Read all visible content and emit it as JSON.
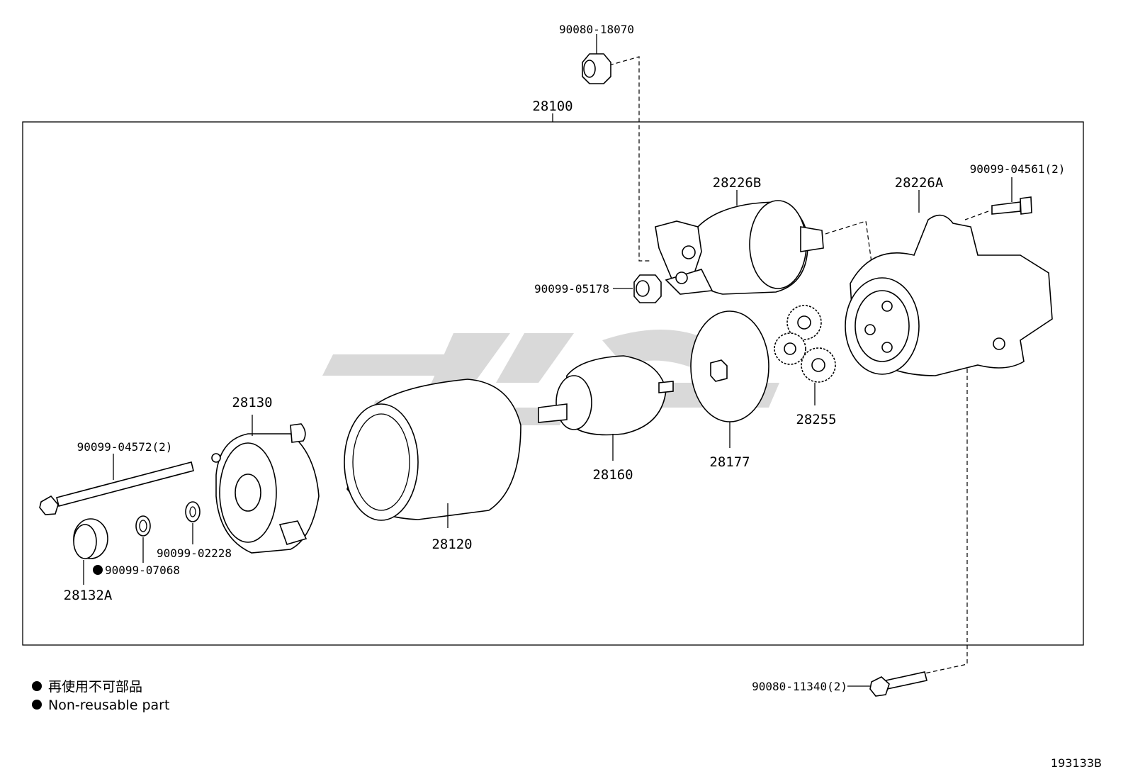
{
  "diagram": {
    "assembly_label": "28100",
    "parts": {
      "p90080_18070": "90080-18070",
      "p28226B": "28226B",
      "p28226A": "28226A",
      "p90099_04561": "90099-04561(2)",
      "p90099_05178": "90099-05178",
      "p28130": "28130",
      "p90099_04572": "90099-04572(2)",
      "p90099_02228": "90099-02228",
      "p90099_07068": "90099-07068",
      "p28132A": "28132A",
      "p28120": "28120",
      "p28160": "28160",
      "p28177": "28177",
      "p28255": "28255",
      "p90080_11340": "90080-11340(2)"
    }
  },
  "legend": {
    "line_jp": "再使用不可部品",
    "line_en": "Non-reusable part"
  },
  "diagram_code": "193133B"
}
